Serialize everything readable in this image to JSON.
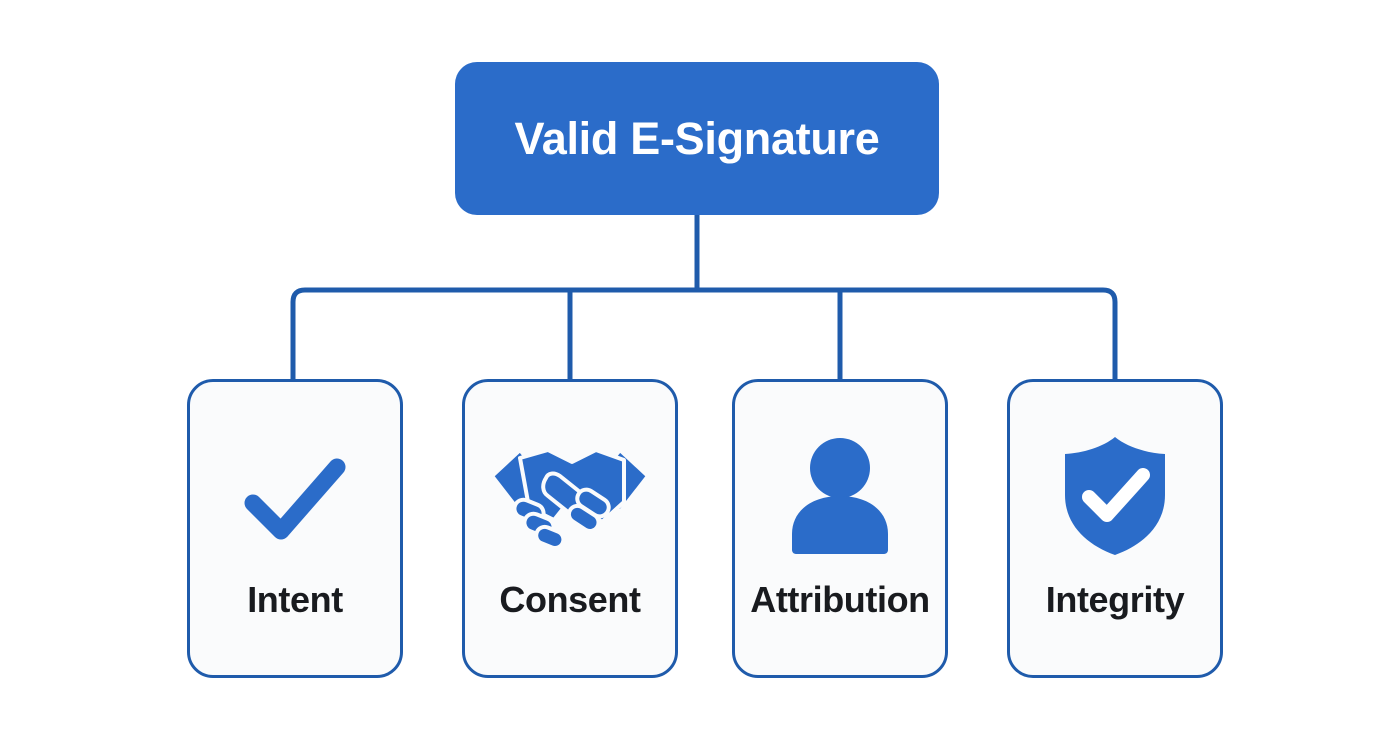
{
  "diagram": {
    "type": "hierarchy-tree",
    "title": "Valid E-Signature requirements",
    "background_color": "#ffffff",
    "accent_color": "#2b6cc9",
    "connector_color": "#1f5bab",
    "card_border_color": "#1f5bab",
    "card_fill_color": "#fafbfc",
    "label_color": "#191b1f",
    "root": {
      "label": "Valid E-Signature",
      "text_color": "#ffffff",
      "fill_color": "#2b6cc9"
    },
    "children": [
      {
        "label": "Intent",
        "icon": "check-icon",
        "icon_color": "#2b6cc9"
      },
      {
        "label": "Consent",
        "icon": "handshake-icon",
        "icon_color": "#2b6cc9"
      },
      {
        "label": "Attribution",
        "icon": "person-icon",
        "icon_color": "#2b6cc9"
      },
      {
        "label": "Integrity",
        "icon": "shield-check-icon",
        "icon_color": "#2b6cc9"
      }
    ]
  }
}
